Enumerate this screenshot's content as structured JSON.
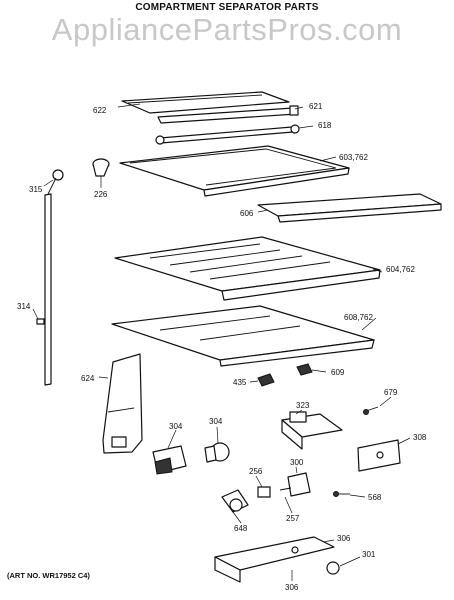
{
  "header": {
    "title": "COMPARTMENT SEPARATOR PARTS",
    "watermark": "AppliancePartsPros.com"
  },
  "footer": {
    "art_number": "(ART NO. WR17952 C4)"
  },
  "callouts": [
    "622",
    "621",
    "618",
    "603,762",
    "315",
    "226",
    "606",
    "604,762",
    "314",
    "608,762",
    "624",
    "435",
    "609",
    "679",
    "323",
    "304",
    "304",
    "308",
    "256",
    "300",
    "648",
    "257",
    "568",
    "306",
    "301",
    "306"
  ]
}
